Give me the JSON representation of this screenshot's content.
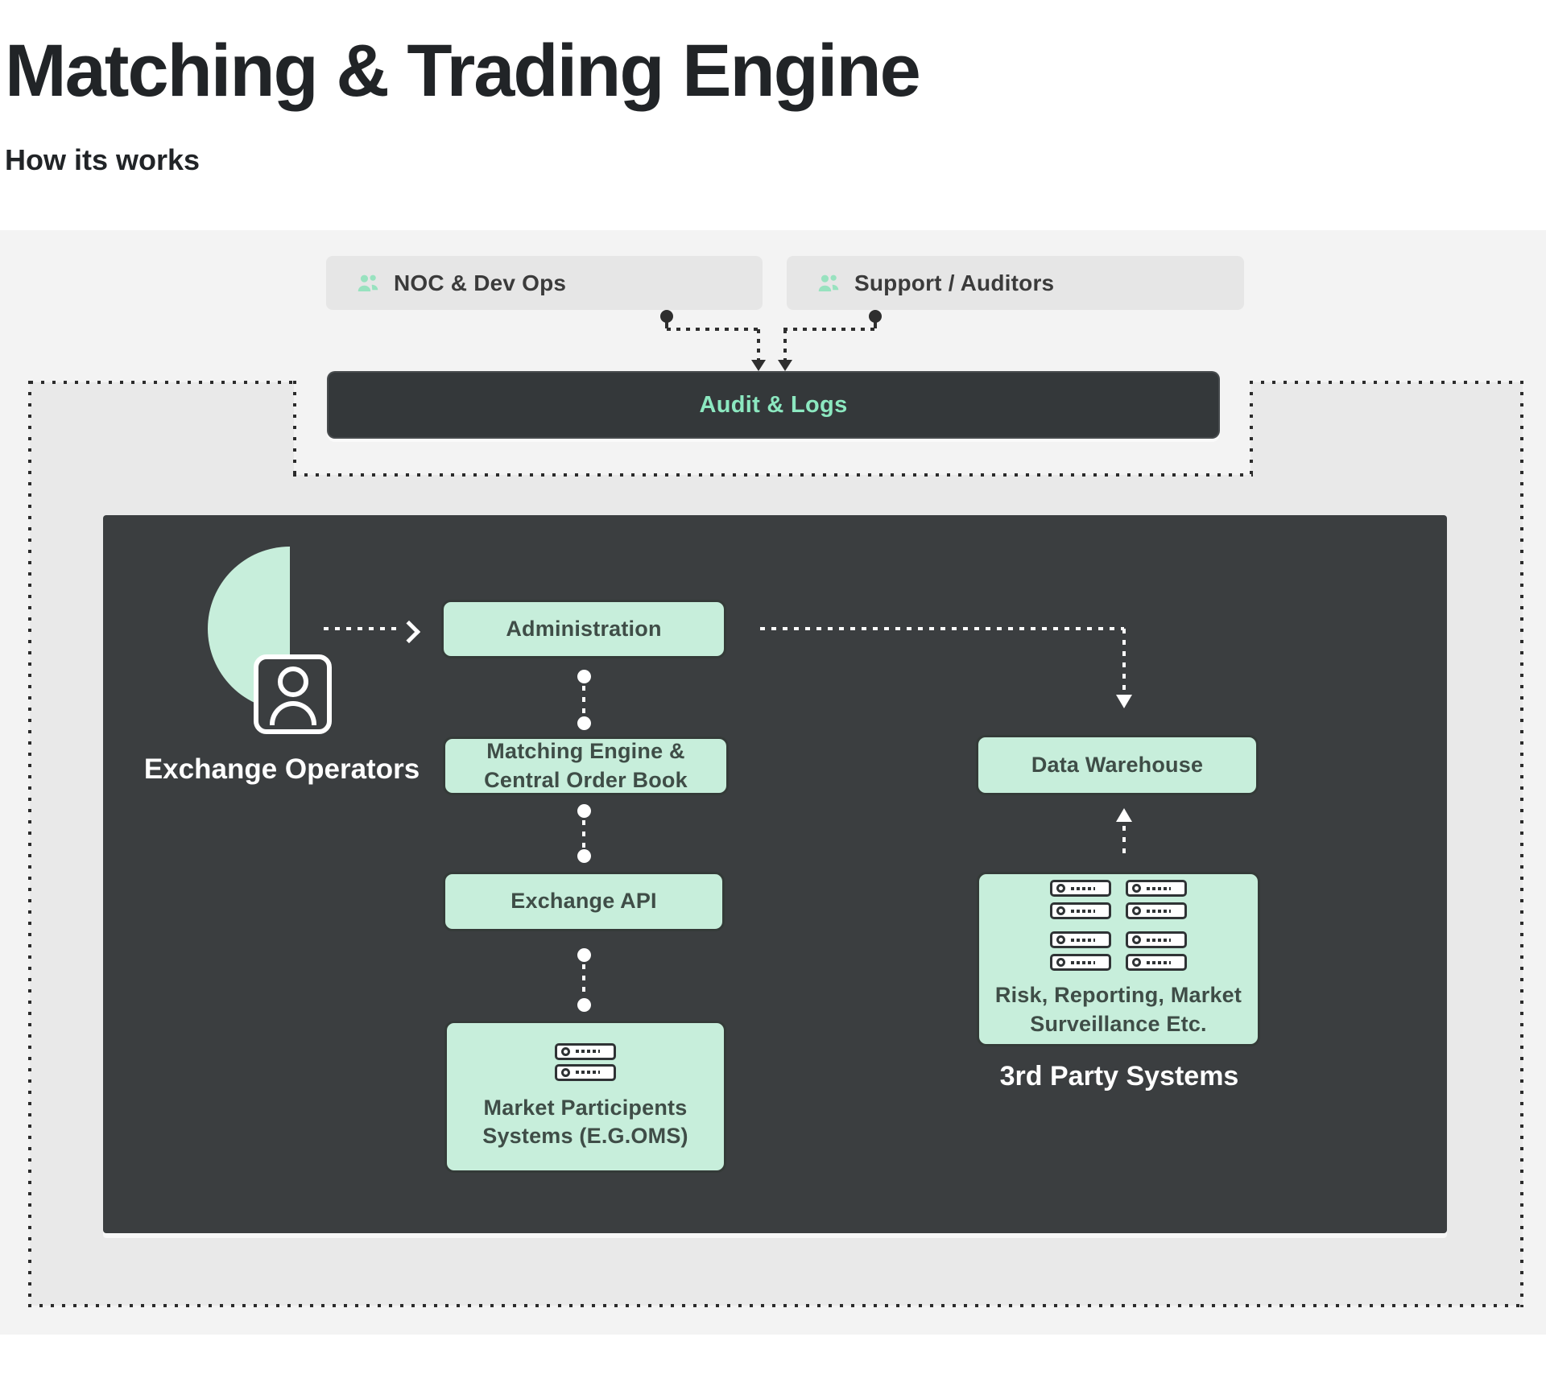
{
  "page": {
    "title": "Matching & Trading Engine",
    "subtitle": "How its works"
  },
  "actors": {
    "noc": {
      "label": "NOC & Dev Ops",
      "icon": "users-icon"
    },
    "support": {
      "label": "Support / Auditors",
      "icon": "users-icon"
    }
  },
  "audit": {
    "label": "Audit & Logs"
  },
  "panel": {
    "operator_label": "Exchange Operators",
    "operator_icon": "person-icon",
    "nodes": {
      "administration": {
        "label": "Administration"
      },
      "matching_engine": {
        "label": "Matching Engine &\nCentral Order Book"
      },
      "exchange_api": {
        "label": "Exchange API"
      },
      "market_participants": {
        "label": "Market Participents\nSystems (E.G.OMS)"
      },
      "data_warehouse": {
        "label": "Data Warehouse"
      },
      "risk_reporting": {
        "label": "Risk, Reporting,  Market\nSurveillance Etc."
      }
    },
    "third_party_label": "3rd Party Systems"
  },
  "colors": {
    "mint": "#c7eedb",
    "mint_icon": "#98e2bf",
    "panel_dark": "#3b3e40",
    "audit_bar": "#34383a",
    "audit_text": "#8ce8c0",
    "node_text": "#3f4d47",
    "dotted_border": "#2b2b2b",
    "bg_outer": "#f3f3f3",
    "bg_inner": "#e9e9e9"
  }
}
